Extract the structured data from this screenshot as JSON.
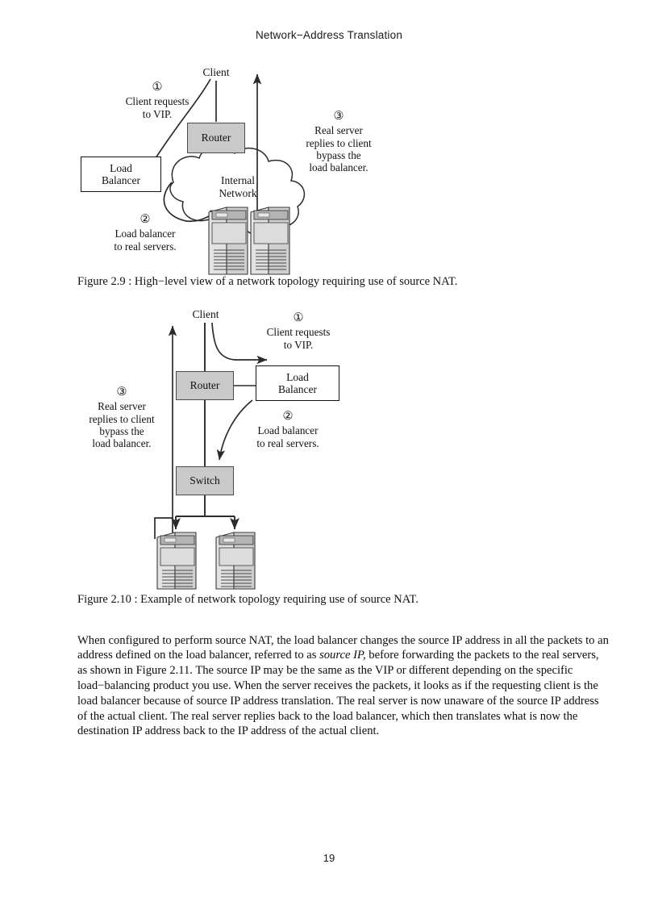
{
  "header": {
    "title": "Network−Address Translation"
  },
  "page_number": "19",
  "figure1": {
    "caption": "Figure 2.9 : High−level view of a network topology requiring use of source NAT.",
    "nodes": {
      "client": "Client",
      "router": "Router",
      "load_balancer": "Load\nBalancer",
      "load_balancer_line1": "Load",
      "load_balancer_line2": "Balancer",
      "cloud_line1": "Internal",
      "cloud_line2": "Network"
    },
    "annotations": [
      {
        "marker": "①",
        "line1": "Client requests",
        "line2": "to VIP."
      },
      {
        "marker": "②",
        "line1": "Load balancer",
        "line2": "to real servers."
      },
      {
        "marker": "③",
        "line1": "Real server",
        "line2": "replies to client",
        "line3": "bypass the",
        "line4": "load balancer."
      }
    ]
  },
  "figure2": {
    "caption": "Figure 2.10 : Example of network topology requiring use of source NAT.",
    "nodes": {
      "client": "Client",
      "router": "Router",
      "switch": "Switch",
      "load_balancer_line1": "Load",
      "load_balancer_line2": "Balancer"
    },
    "annotations": [
      {
        "marker": "①",
        "line1": "Client requests",
        "line2": "to VIP."
      },
      {
        "marker": "②",
        "line1": "Load balancer",
        "line2": "to real servers."
      },
      {
        "marker": "③",
        "line1": "Real server",
        "line2": "replies to client",
        "line3": "bypass the",
        "line4": "load balancer."
      }
    ]
  },
  "body": {
    "part1": "When configured to perform source NAT, the load balancer changes the source IP address in all the packets to an address defined on the load balancer, referred to as ",
    "italic": "source IP,",
    "part2": " before forwarding the packets to the real servers, as shown in Figure 2.11. The source IP may be the same as the VIP or different depending on the specific load−balancing product you use. When the server receives the packets, it looks as if the requesting client is the load balancer because of source IP address translation. The real server is now unaware of the source IP address of the actual client. The real server replies back to the load balancer, which then translates what is now the destination IP address back to the IP address of the actual client."
  },
  "colors": {
    "node_fill_gray": "#c9c9c9",
    "node_border_gray": "#4a4a4a",
    "node_border_black": "#111111",
    "stroke": "#2b2b2b",
    "server_body": "#cfcfcf",
    "page_bg": "#ffffff"
  }
}
